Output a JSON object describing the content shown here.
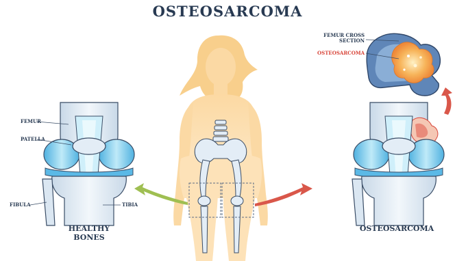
{
  "title": "OSTEOSARCOMA",
  "labels": {
    "femur": "FEMUR",
    "patella": "PATELLA",
    "fibula": "FIBULA",
    "tibia": "TIBIA",
    "femur_cross_section_line1": "FEMUR CROSS",
    "femur_cross_section_line2": "SECTION",
    "osteosarcoma_small": "OSTEOSARCOMA"
  },
  "captions": {
    "healthy_line1": "HEALTHY",
    "healthy_line2": "BONES",
    "osteosarcoma": "OSTEOSARCOMA"
  },
  "colors": {
    "text": "#283a52",
    "tumor_label": "#d8463a",
    "skin": "#fbd9a4",
    "hair": "#f8cf8c",
    "bone_light": "#e3edf6",
    "cartilage": "#8fd6ef",
    "meniscus": "#5bb9e6",
    "tumor": "#f5a24a",
    "arrow_green": "#9fbf52",
    "arrow_red": "#d9574a"
  },
  "icons": {
    "healthy_arrow": "arrow-left-curved-icon",
    "diseased_arrow": "arrow-right-curved-icon",
    "cross_section_arrow": "arrow-up-curved-icon"
  }
}
